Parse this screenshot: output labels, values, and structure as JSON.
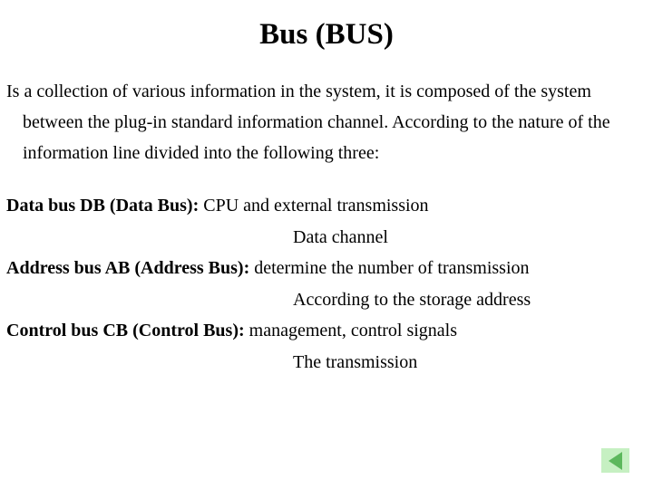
{
  "slide": {
    "title": "Bus (BUS)",
    "intro_paragraph": "Is a collection of various information in the system, it is composed of the system between the plug-in standard information channel. According to the nature of the information line divided into the following three:",
    "entries": [
      {
        "term": "Data bus DB (Data Bus):",
        "description": " CPU and external transmission",
        "continuation": "Data channel"
      },
      {
        "term": "Address bus AB (Address Bus):",
        "description": " determine the number of transmission",
        "continuation": "According to the storage address"
      },
      {
        "term": "Control bus CB (Control Bus):",
        "description": " management, control signals",
        "continuation": "The transmission"
      }
    ],
    "navigation": {
      "back_icon": "triangle-left-icon",
      "button_background_color": "#c6f0c2",
      "triangle_color": "#5cb85c"
    },
    "colors": {
      "background": "#ffffff",
      "text": "#000000"
    }
  }
}
